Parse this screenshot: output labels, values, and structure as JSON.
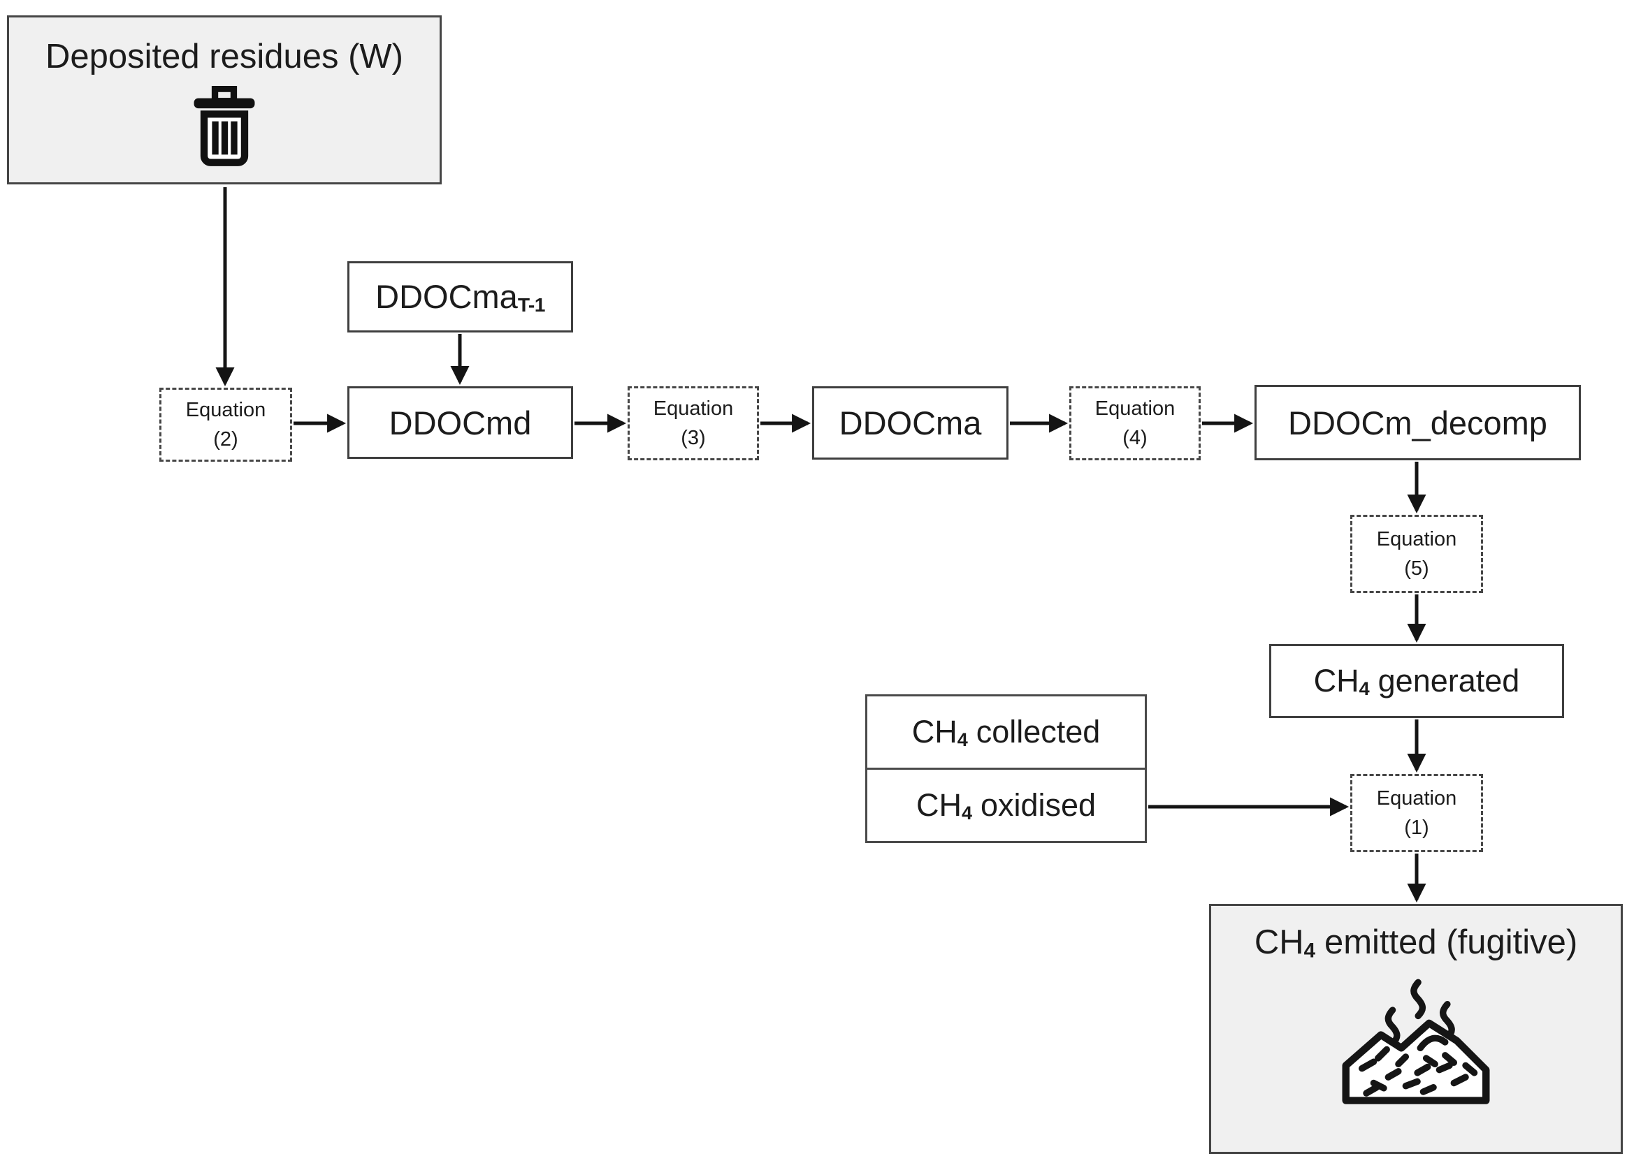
{
  "diagram": {
    "colors": {
      "background": "#ffffff",
      "gray_box_fill": "#f0f0f0",
      "white_box_fill": "#ffffff",
      "solid_border": "#3f3f3f",
      "dashed_border": "#474747",
      "arrow": "#141414",
      "text": "#1c1c1c"
    },
    "nodes": {
      "deposited": {
        "label": "Deposited residues (W)",
        "icon": "trash-can-icon"
      },
      "ddocma_t1": {
        "main": "DDOCma",
        "sub": "T-1"
      },
      "eq2": {
        "line1": "Equation",
        "line2": "(2)"
      },
      "ddocmd": {
        "label": "DDOCmd"
      },
      "eq3": {
        "line1": "Equation",
        "line2": "(3)"
      },
      "ddocma": {
        "label": "DDOCma"
      },
      "eq4": {
        "line1": "Equation",
        "line2": "(4)"
      },
      "ddocm_decomp": {
        "label": "DDOCm_decomp"
      },
      "eq5": {
        "line1": "Equation",
        "line2": "(5)"
      },
      "ch4_generated": {
        "pre": "CH",
        "sub": "4",
        "post": " generated"
      },
      "ch4_collected": {
        "pre": "CH",
        "sub": "4",
        "post": " collected"
      },
      "ch4_oxidised": {
        "pre": "CH",
        "sub": "4",
        "post": " oxidised"
      },
      "eq1": {
        "line1": "Equation",
        "line2": "(1)"
      },
      "ch4_emitted": {
        "pre": "CH",
        "sub": "4",
        "post": " emitted (fugitive)",
        "icon": "waste-pile-smoke-icon"
      }
    },
    "edges": [
      {
        "from": "deposited",
        "to": "eq2"
      },
      {
        "from": "ddocma_t1",
        "to": "ddocmd"
      },
      {
        "from": "eq2",
        "to": "ddocmd"
      },
      {
        "from": "ddocmd",
        "to": "eq3"
      },
      {
        "from": "eq3",
        "to": "ddocma"
      },
      {
        "from": "ddocma",
        "to": "eq4"
      },
      {
        "from": "eq4",
        "to": "ddocm_decomp"
      },
      {
        "from": "ddocm_decomp",
        "to": "eq5"
      },
      {
        "from": "eq5",
        "to": "ch4_generated"
      },
      {
        "from": "ch4_generated",
        "to": "eq1"
      },
      {
        "from": "ch4_oxidised",
        "to": "eq1"
      },
      {
        "from": "eq1",
        "to": "ch4_emitted"
      }
    ]
  }
}
